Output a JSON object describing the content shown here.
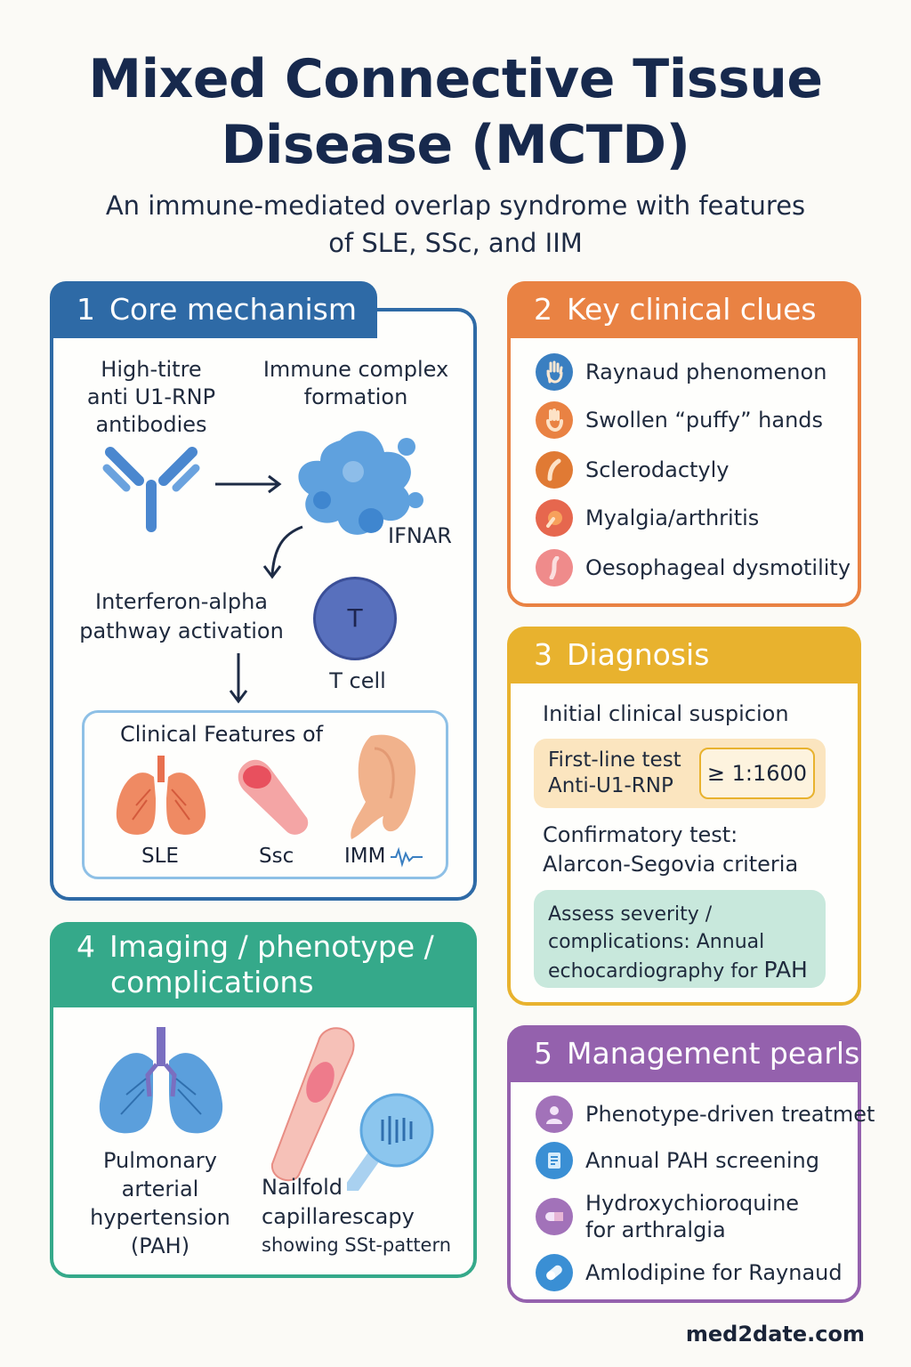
{
  "header": {
    "title_line1": "Mixed Connective Tissue",
    "title_line2": "Disease (MCTD)",
    "subtitle_line1": "An immune-mediated overlap syndrome with features",
    "subtitle_line2": "of SLE, SSc, and IIM"
  },
  "colors": {
    "blue": "#2e6aa6",
    "orange": "#e98243",
    "yellow": "#e8b22e",
    "green": "#35a98a",
    "purple": "#9461ad"
  },
  "core": {
    "num": "1",
    "title": "Core mechanism",
    "antibody_label": [
      "High-titre",
      "anti U1-RNP",
      "antibodies"
    ],
    "complex_label": [
      "Immune complex",
      "formation"
    ],
    "ifnar": "IFNAR",
    "interferon_label": [
      "Interferon-alpha",
      "pathway activation"
    ],
    "tcell_letter": "T",
    "tcell_label": "T cell",
    "features_title": "Clinical Features of",
    "features": [
      "SLE",
      "Ssc",
      "IMM"
    ]
  },
  "clues": {
    "num": "2",
    "title": "Key clinical clues",
    "items": [
      {
        "label": "Raynaud phenomenon",
        "icon": "hand-icon",
        "color": "#3a7fc1"
      },
      {
        "label": "Swollen “puffy” hands",
        "icon": "swollen-hand-icon",
        "color": "#e98243"
      },
      {
        "label": "Sclerodactyly",
        "icon": "finger-icon",
        "color": "#e07a34"
      },
      {
        "label": "Myalgia/arthritis",
        "icon": "joint-icon",
        "color": "#e6674e"
      },
      {
        "label": "Oesophageal dysmotility",
        "icon": "oesophagus-icon",
        "color": "#ef8b8b"
      }
    ]
  },
  "diagnosis": {
    "num": "3",
    "title": "Diagnosis",
    "suspicion": "Initial clinical suspicion",
    "first_line_1": "First-line test",
    "first_line_2": "Anti-U1-RNP",
    "titre": "≥ 1:1600",
    "confirm_1": "Confirmatory test:",
    "confirm_2": "Alarcon-Segovia criteria",
    "assess_1": "Assess severity /",
    "assess_2": "complications: Annual",
    "assess_3a": "echocardiography for ",
    "assess_3b": "PAH"
  },
  "imaging": {
    "num": "4",
    "title_1": "Imaging / phenotype /",
    "title_2": "complications",
    "pah_label": [
      "Pulmonary",
      "arterial",
      "hypertension",
      "(PAH)"
    ],
    "nail_label_1": "Nailfold",
    "nail_label_2": "capillarescapy",
    "nail_label_3": "showing SSt-pattern"
  },
  "management": {
    "num": "5",
    "title": "Management pearls",
    "items": [
      {
        "label": "Phenotype-driven treatmet",
        "icon": "person-icon"
      },
      {
        "label": "Annual PAH screening",
        "icon": "screen-icon"
      },
      {
        "label": "Hydroxychioroquine",
        "label2": "for arthralgia",
        "icon": "pill-icon"
      },
      {
        "label": "Amlodipine for Raynaud",
        "icon": "capsule-icon"
      }
    ]
  },
  "footer": "med2date.com"
}
